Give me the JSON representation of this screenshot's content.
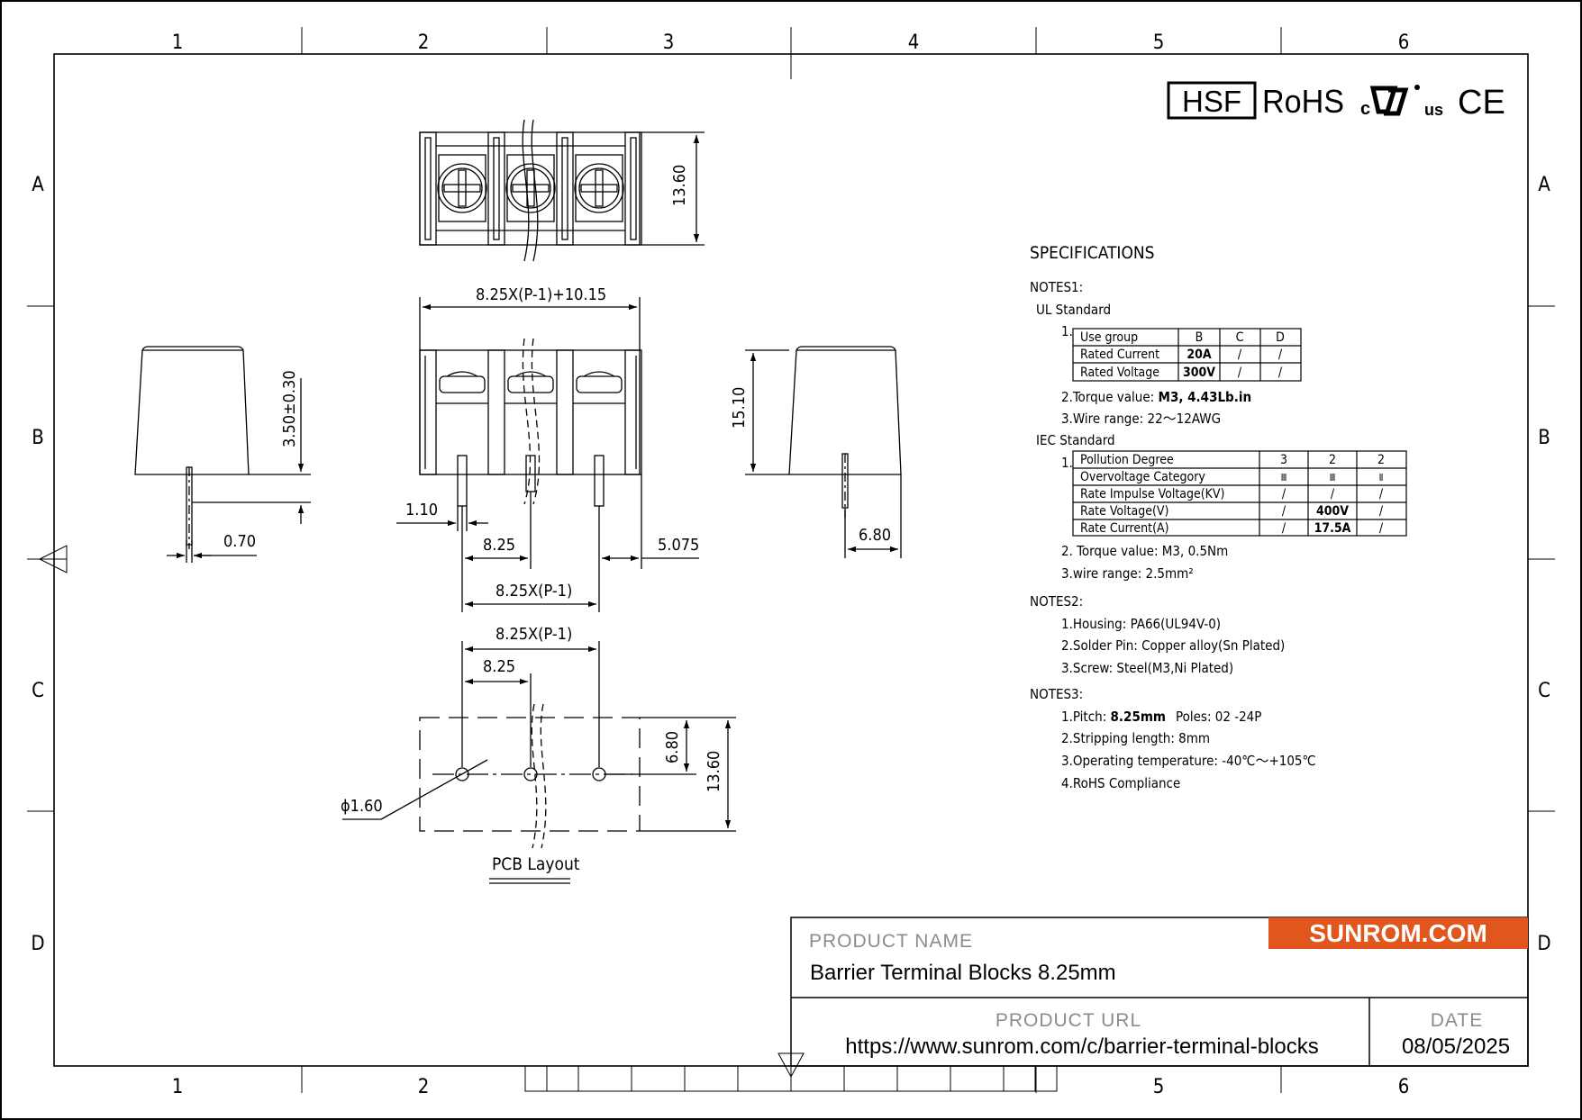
{
  "border": {
    "columns": [
      "1",
      "2",
      "3",
      "4",
      "5",
      "6"
    ],
    "bottom_columns": [
      "1",
      "2",
      "5",
      "6"
    ],
    "rows": [
      "A",
      "B",
      "C",
      "D"
    ]
  },
  "certifications": [
    "HSF",
    "RoHS",
    "c",
    "us",
    "CE"
  ],
  "drawing": {
    "dim_13_60_top": "13.60",
    "dim_overall_width": "8.25X(P-1)+10.15",
    "dim_3_50": "3.50±0.30",
    "dim_0_70": "0.70",
    "dim_1_10": "1.10",
    "dim_8_25_front": "8.25",
    "dim_5_075": "5.075",
    "dim_8_25xp1_front": "8.25X(P-1)",
    "dim_15_10": "15.10",
    "dim_6_80_side": "6.80",
    "dim_8_25xp1_pcb": "8.25X(P-1)",
    "dim_8_25_pcb": "8.25",
    "dim_6_80_pcb": "6.80",
    "dim_13_60_pcb": "13.60",
    "dim_hole": "ϕ1.60",
    "pcb_label": "PCB Layout"
  },
  "specs": {
    "title": "SPECIFICATIONS",
    "notes1_label": "NOTES1:",
    "ul_label": "UL Standard",
    "ul_num": "1.",
    "ul_table": [
      [
        "Use group",
        "B",
        "C",
        "D"
      ],
      [
        "Rated Current",
        "20A",
        "/",
        "/"
      ],
      [
        "Rated Voltage",
        "300V",
        "/",
        "/"
      ]
    ],
    "ul_torque_label": "2.Torque value: ",
    "ul_torque_value": "M3, 4.43Lb.in",
    "ul_wire": "3.Wire range: 22〜12AWG",
    "iec_label": "IEC Standard",
    "iec_num": "1.",
    "iec_table": [
      [
        "Pollution Degree",
        "3",
        "2",
        "2"
      ],
      [
        "Overvoltage Category",
        "Ⅲ",
        "Ⅲ",
        "Ⅱ"
      ],
      [
        "Rate Impulse Voltage(KV)",
        "/",
        "/",
        "/"
      ],
      [
        "Rate Voltage(V)",
        "/",
        "400V",
        "/"
      ],
      [
        "Rate Current(A)",
        "/",
        "17.5A",
        "/"
      ]
    ],
    "iec_torque": "2. Torque value: M3, 0.5Nm",
    "iec_wire": "3.wire range: 2.5mm²",
    "notes2_label": "NOTES2:",
    "notes2": [
      "1.Housing: PA66(UL94V-0)",
      "2.Solder Pin: Copper alloy(Sn Plated)",
      "3.Screw: Steel(M3,Ni Plated)"
    ],
    "notes3_label": "NOTES3:",
    "pitch_label": "1.Pitch: ",
    "pitch_value": "8.25mm",
    "poles": "Poles: 02 -24P",
    "notes3": [
      "2.Stripping length: 8mm",
      "3.Operating temperature:  -40℃〜+105℃",
      "4.RoHS Compliance"
    ]
  },
  "title_block": {
    "brand": "SUNROM.COM",
    "product_name_label": "PRODUCT NAME",
    "product_name": "Barrier Terminal Blocks 8.25mm",
    "product_url_label": "PRODUCT URL",
    "product_url": "https://www.sunrom.com/c/barrier-terminal-blocks",
    "date_label": "DATE",
    "date": "08/05/2025"
  },
  "colors": {
    "brand_bg": "#e0561c",
    "brand_text": "#ffffff",
    "muted": "#8c8c8c"
  }
}
